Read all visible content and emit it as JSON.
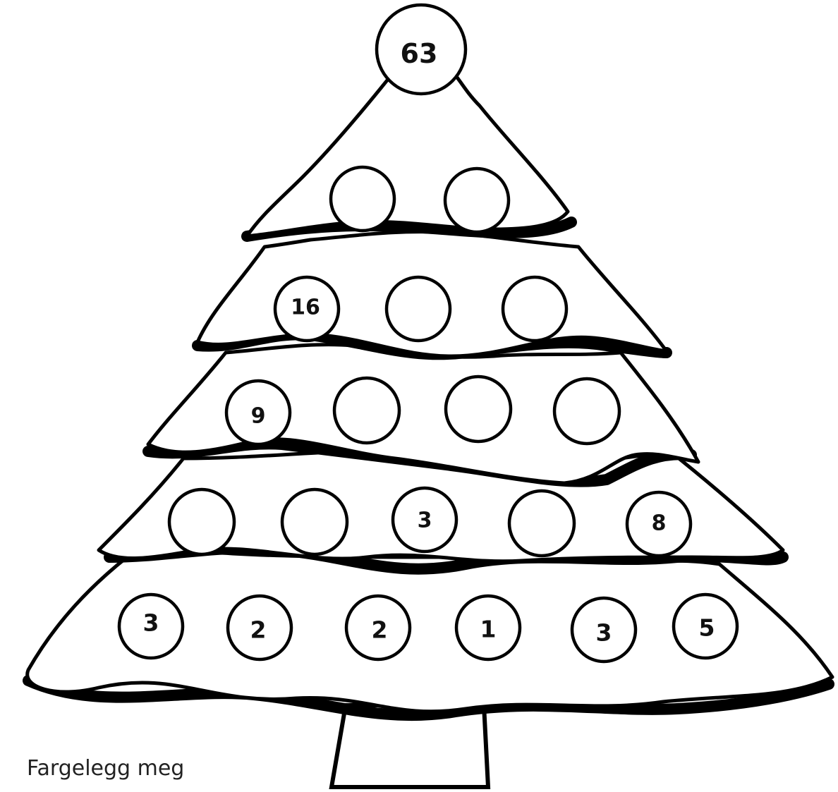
{
  "caption": "Fargelegg meg",
  "colors": {
    "line": "#000000",
    "fill": "#ffffff"
  },
  "ornaments": {
    "top": "63",
    "row1": [
      "",
      ""
    ],
    "row2": [
      "16",
      "",
      ""
    ],
    "row3": [
      "9",
      "",
      "",
      ""
    ],
    "row4": [
      "",
      "",
      "3",
      "",
      "8"
    ],
    "row5": [
      "3",
      "2",
      "2",
      "1",
      "3",
      "5"
    ]
  }
}
